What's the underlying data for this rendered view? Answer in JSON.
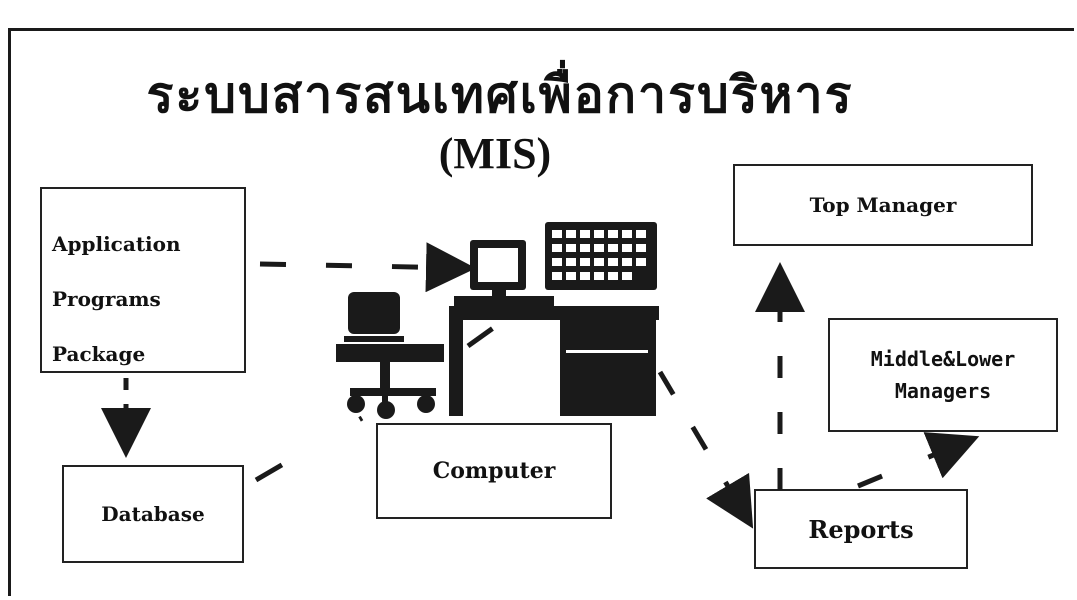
{
  "title": "ระบบสารสนเทศเพื่อการบริหาร",
  "subtitle": "(MIS)",
  "boxes": {
    "application": {
      "lines": [
        "Application",
        "Programs",
        "Package"
      ]
    },
    "database": "Database",
    "computer": "Computer",
    "top_manager": "Top Manager",
    "middle_lower": {
      "lines": [
        "Middle&Lower",
        "Managers"
      ]
    },
    "reports": "Reports"
  },
  "icons": [
    "computer-desk-icon",
    "office-chair-icon",
    "monitor-icon",
    "keyboard-calendar-icon"
  ],
  "colors": {
    "stroke": "#1a1a1a",
    "background": "#ffffff"
  }
}
